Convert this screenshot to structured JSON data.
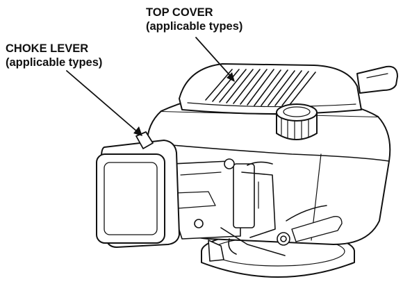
{
  "labels": {
    "top_cover": {
      "title": "TOP COVER",
      "note": "(applicable types)"
    },
    "choke_lever": {
      "title": "CHOKE LEVER",
      "note": "(applicable types)"
    }
  },
  "colors": {
    "ink": "#111111",
    "background": "#ffffff"
  }
}
